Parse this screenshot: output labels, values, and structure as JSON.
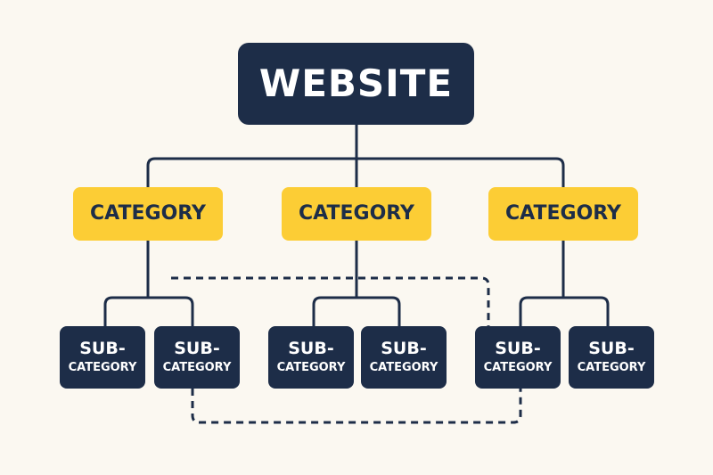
{
  "root": {
    "label": "WEBSITE"
  },
  "categories": [
    {
      "label": "CATEGORY"
    },
    {
      "label": "CATEGORY"
    },
    {
      "label": "CATEGORY"
    }
  ],
  "subcategories": [
    {
      "line1": "SUB-",
      "line2": "CATEGORY"
    },
    {
      "line1": "SUB-",
      "line2": "CATEGORY"
    },
    {
      "line1": "SUB-",
      "line2": "CATEGORY"
    },
    {
      "line1": "SUB-",
      "line2": "CATEGORY"
    },
    {
      "line1": "SUB-",
      "line2": "CATEGORY"
    },
    {
      "line1": "SUB-",
      "line2": "CATEGORY"
    }
  ],
  "colors": {
    "background": "#fbf8f1",
    "navy": "#1d2d48",
    "yellow": "#fccd35",
    "white": "#ffffff"
  }
}
